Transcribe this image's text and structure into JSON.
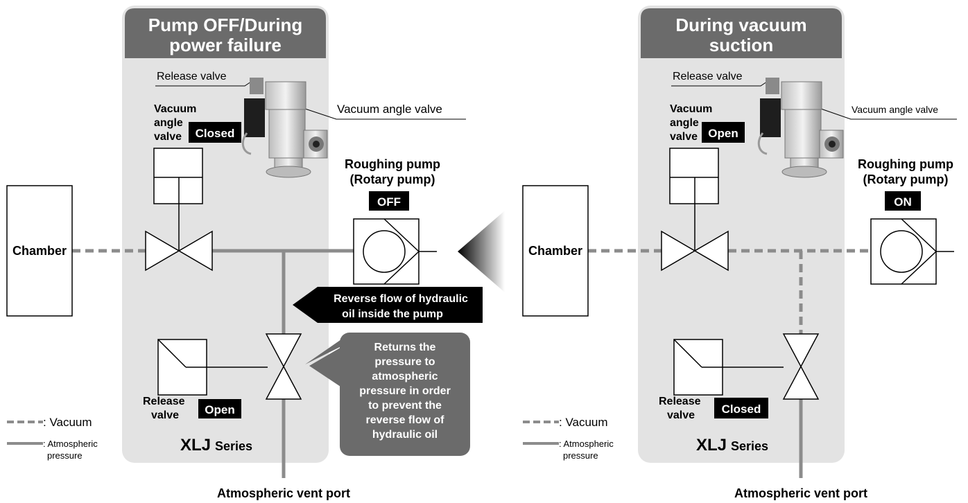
{
  "left": {
    "title_line1": "Pump OFF/During",
    "title_line2": "power failure",
    "release_valve_callout": "Release valve",
    "vacuum_angle_valve_callout": "Vacuum angle valve",
    "vav_label": [
      "Vacuum",
      "angle",
      "valve"
    ],
    "vav_state": "Closed",
    "pump_label_line1": "Roughing pump",
    "pump_label_line2": "(Rotary pump)",
    "pump_state": "OFF",
    "chamber": "Chamber",
    "rv_label": [
      "Release",
      "valve"
    ],
    "rv_state": "Open",
    "series_bold": "XLJ",
    "series_rest": "Series",
    "vent_port": "Atmospheric vent port",
    "reverse_flow": [
      "Reverse flow of hydraulic",
      "oil inside the pump"
    ],
    "note": [
      "Returns the",
      "pressure to",
      "atmospheric",
      "pressure in order",
      "to prevent the",
      "reverse flow of",
      "hydraulic oil"
    ]
  },
  "right": {
    "title_line1": "During vacuum",
    "title_line2": "suction",
    "release_valve_callout": "Release valve",
    "vacuum_angle_valve_callout": "Vacuum angle valve",
    "vav_label": [
      "Vacuum",
      "angle",
      "valve"
    ],
    "vav_state": "Open",
    "pump_label_line1": "Roughing pump",
    "pump_label_line2": "(Rotary pump)",
    "pump_state": "ON",
    "chamber": "Chamber",
    "rv_label": [
      "Release",
      "valve"
    ],
    "rv_state": "Closed",
    "series_bold": "XLJ",
    "series_rest": "Series",
    "vent_port": "Atmospheric vent port"
  },
  "legend": {
    "vacuum": ": Vacuum",
    "atm_line1": ": Atmospheric",
    "atm_line2": "pressure"
  },
  "colors": {
    "panel_bg": "#e3e3e3",
    "title_bg": "#6b6b6b",
    "line_gray": "#8c8c8c",
    "black_label_bg": "#000000"
  }
}
